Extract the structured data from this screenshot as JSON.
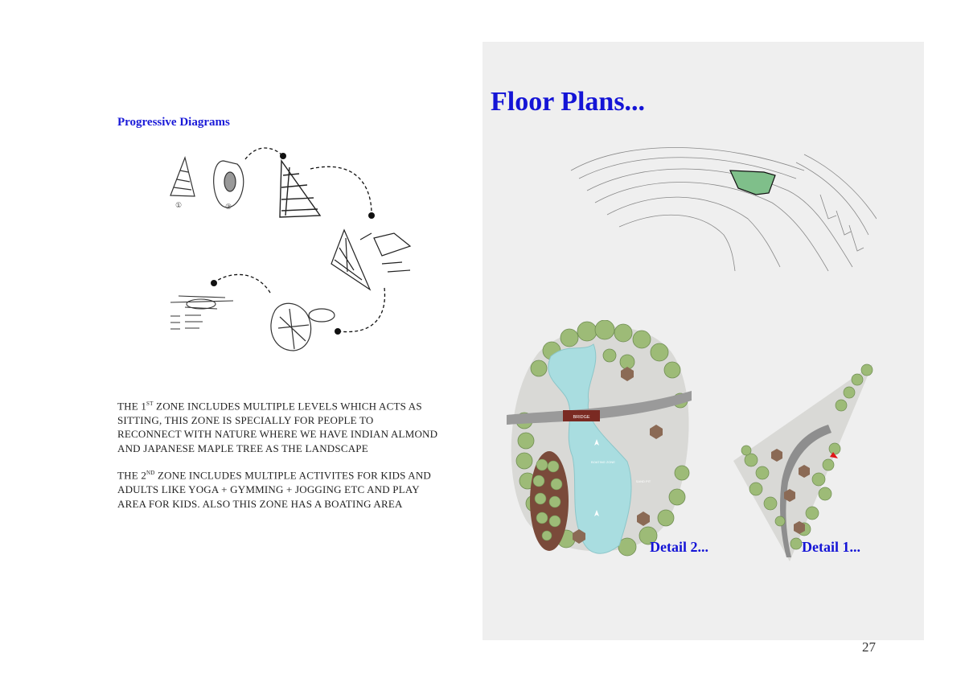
{
  "left_page": {
    "title": "Progressive Diagrams",
    "sketch_numbers": [
      "①",
      "②"
    ],
    "paragraphs": [
      {
        "before_sup": "The 1",
        "sup": "st",
        "after_sup": " zone includes multiple levels which acts as sitting, this zone is specially for people to reconnect with nature where we have Indian Almond and Japanese Maple tree as the landscape"
      },
      {
        "before_sup": "The 2",
        "sup": "nd",
        "after_sup": " zone includes multiple activites for kids and adults like yoga + gymming + jogging etc and play area for kids. also this zone has a boating area"
      }
    ]
  },
  "right_page": {
    "title": "Floor Plans...",
    "detail2_label": "Detail 2...",
    "detail1_label": "Detail 1...",
    "plan_labels": {
      "bridge": "BRIDGE",
      "boating": "BOATING ZONE",
      "sand_pit": "SAND PIT"
    }
  },
  "page_number": "27",
  "colors": {
    "title_blue": "#1414d6",
    "panel_bg": "#efefef",
    "water": "#a9dde0",
    "tree_green": "#9dbb77",
    "bridge": "#7a2a22"
  }
}
